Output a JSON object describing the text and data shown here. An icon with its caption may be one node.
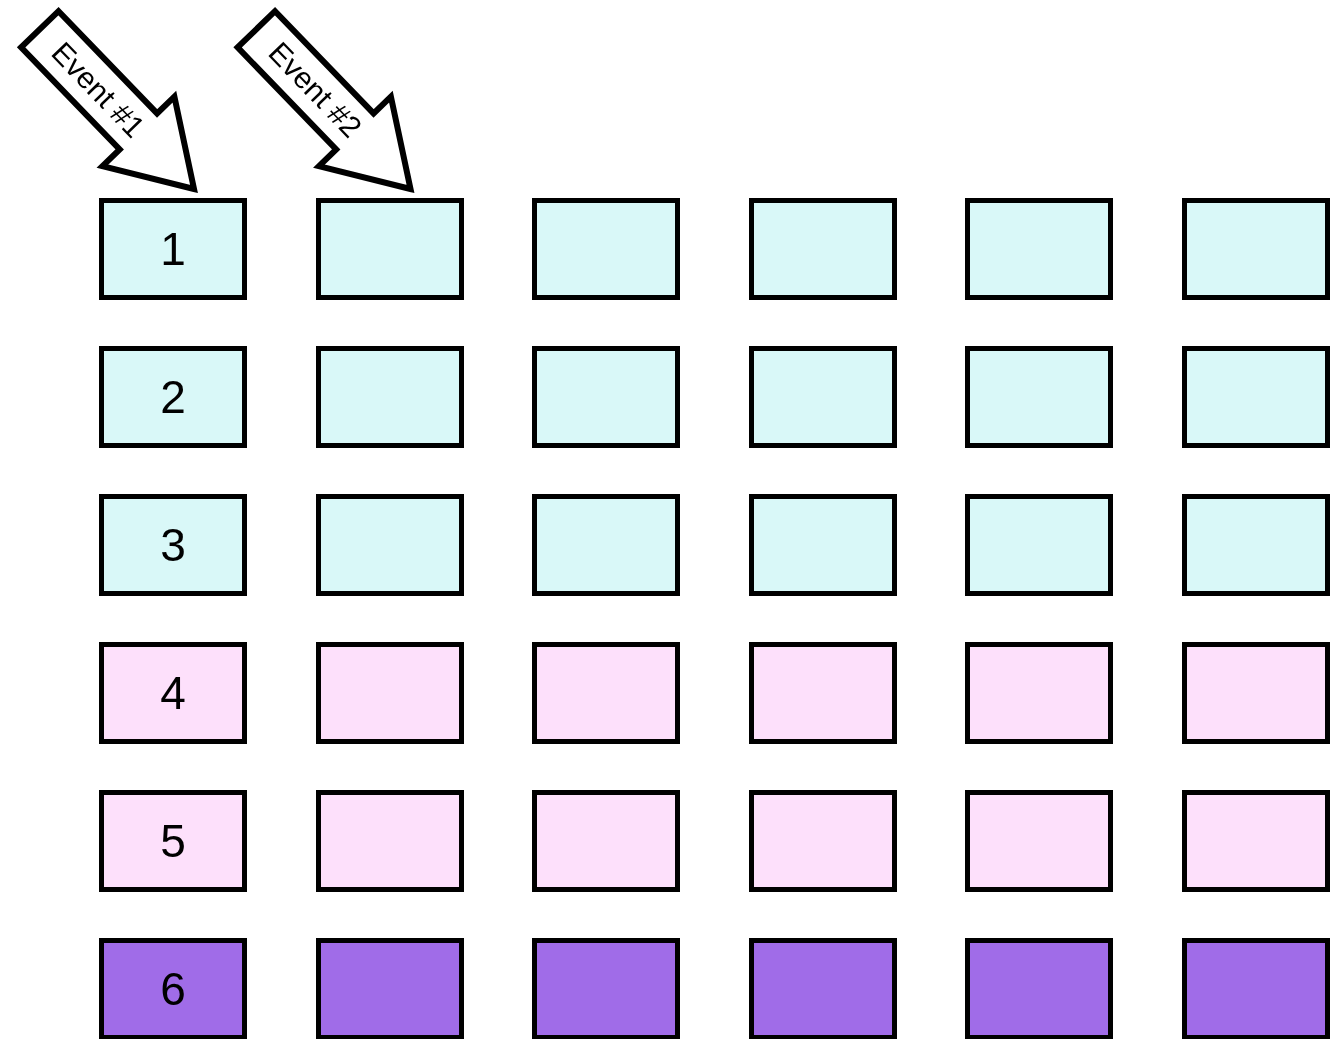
{
  "diagram": {
    "nodes": [
      {
        "text": [
          "1"
        ]
      },
      {
        "text": [],
        "shape": "box"
      },
      {
        "text": [],
        "shape": "box"
      },
      {
        "text": [],
        "shape": "box"
      },
      {
        "text": [],
        "shape": "box"
      },
      {
        "text": [],
        "shape": "box"
      },
      {
        "text": [
          "2"
        ]
      },
      {
        "text": [],
        "shape": "box"
      },
      {
        "text": [],
        "shape": "box"
      },
      {
        "text": [],
        "shape": "box"
      },
      {
        "text": [],
        "shape": "box"
      },
      {
        "text": [],
        "shape": "box"
      },
      {
        "text": [
          "3"
        ]
      },
      {
        "text": [],
        "shape": "box"
      },
      {
        "text": [],
        "shape": "box"
      },
      {
        "text": [],
        "shape": "box"
      },
      {
        "text": [],
        "shape": "box"
      },
      {
        "text": [],
        "shape": "box"
      },
      {
        "text": [
          "4"
        ]
      },
      {
        "text": [],
        "shape": "box"
      },
      {
        "text": [],
        "shape": "box"
      },
      {
        "text": [],
        "shape": "box"
      },
      {
        "text": [],
        "shape": "box"
      },
      {
        "text": [],
        "shape": "box"
      },
      {
        "text": [
          "5"
        ]
      },
      {
        "text": [],
        "shape": "box"
      },
      {
        "text": [],
        "shape": "box"
      },
      {
        "text": [],
        "shape": "box"
      },
      {
        "text": [],
        "shape": "box"
      },
      {
        "text": [],
        "shape": "box"
      },
      {
        "text": [
          "6"
        ]
      },
      {
        "text": [],
        "shape": "box"
      },
      {
        "text": [],
        "shape": "box"
      },
      {
        "text": [],
        "shape": "box"
      },
      {
        "text": [],
        "shape": "box"
      },
      {
        "text": [],
        "shape": "box"
      }
    ],
    "edges": [
      {
        "from": null,
        "to": 0,
        "arrow": "to",
        "label": "Event #1"
      },
      {
        "from": null,
        "to": 1,
        "arrow": "to",
        "label": "Event #2"
      }
    ]
  }
}
